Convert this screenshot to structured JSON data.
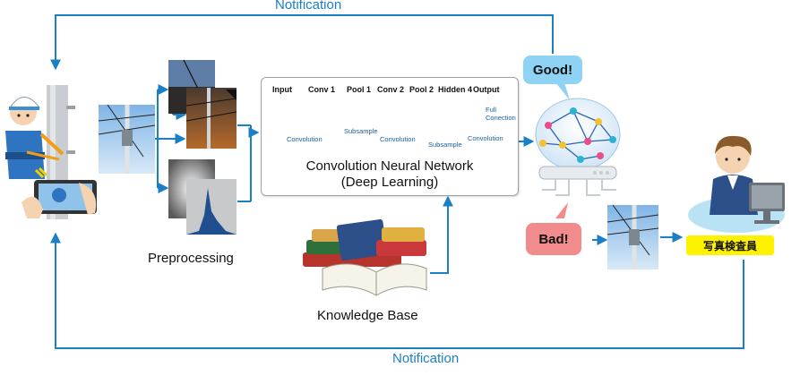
{
  "top_notification": "Notification",
  "bottom_notification": "Notification",
  "preprocessing_label": "Preprocessing",
  "knowledge_base_label": "Knowledge Base",
  "cnn": {
    "title_line1": "Convolution Neural Network",
    "title_line2": "(Deep Learning)",
    "layers": [
      "Input",
      "Conv 1",
      "Pool 1",
      "Conv 2",
      "Pool 2",
      "Hidden 4",
      "Output"
    ],
    "ops": {
      "conv1": "Convolution",
      "sub1": "Subsample",
      "conv2": "Convolution",
      "sub2": "Subsample",
      "conv3": "Convolution",
      "full_line1": "Full",
      "full_line2": "Conection"
    }
  },
  "good_label": "Good!",
  "bad_label": "Bad!",
  "inspector_label": "写真検査員",
  "colors": {
    "arrow": "#1a7fc4",
    "good_bubble": "#8fd3f4",
    "bad_bubble": "#f28b8b",
    "inspector_tag": "#fff200"
  }
}
